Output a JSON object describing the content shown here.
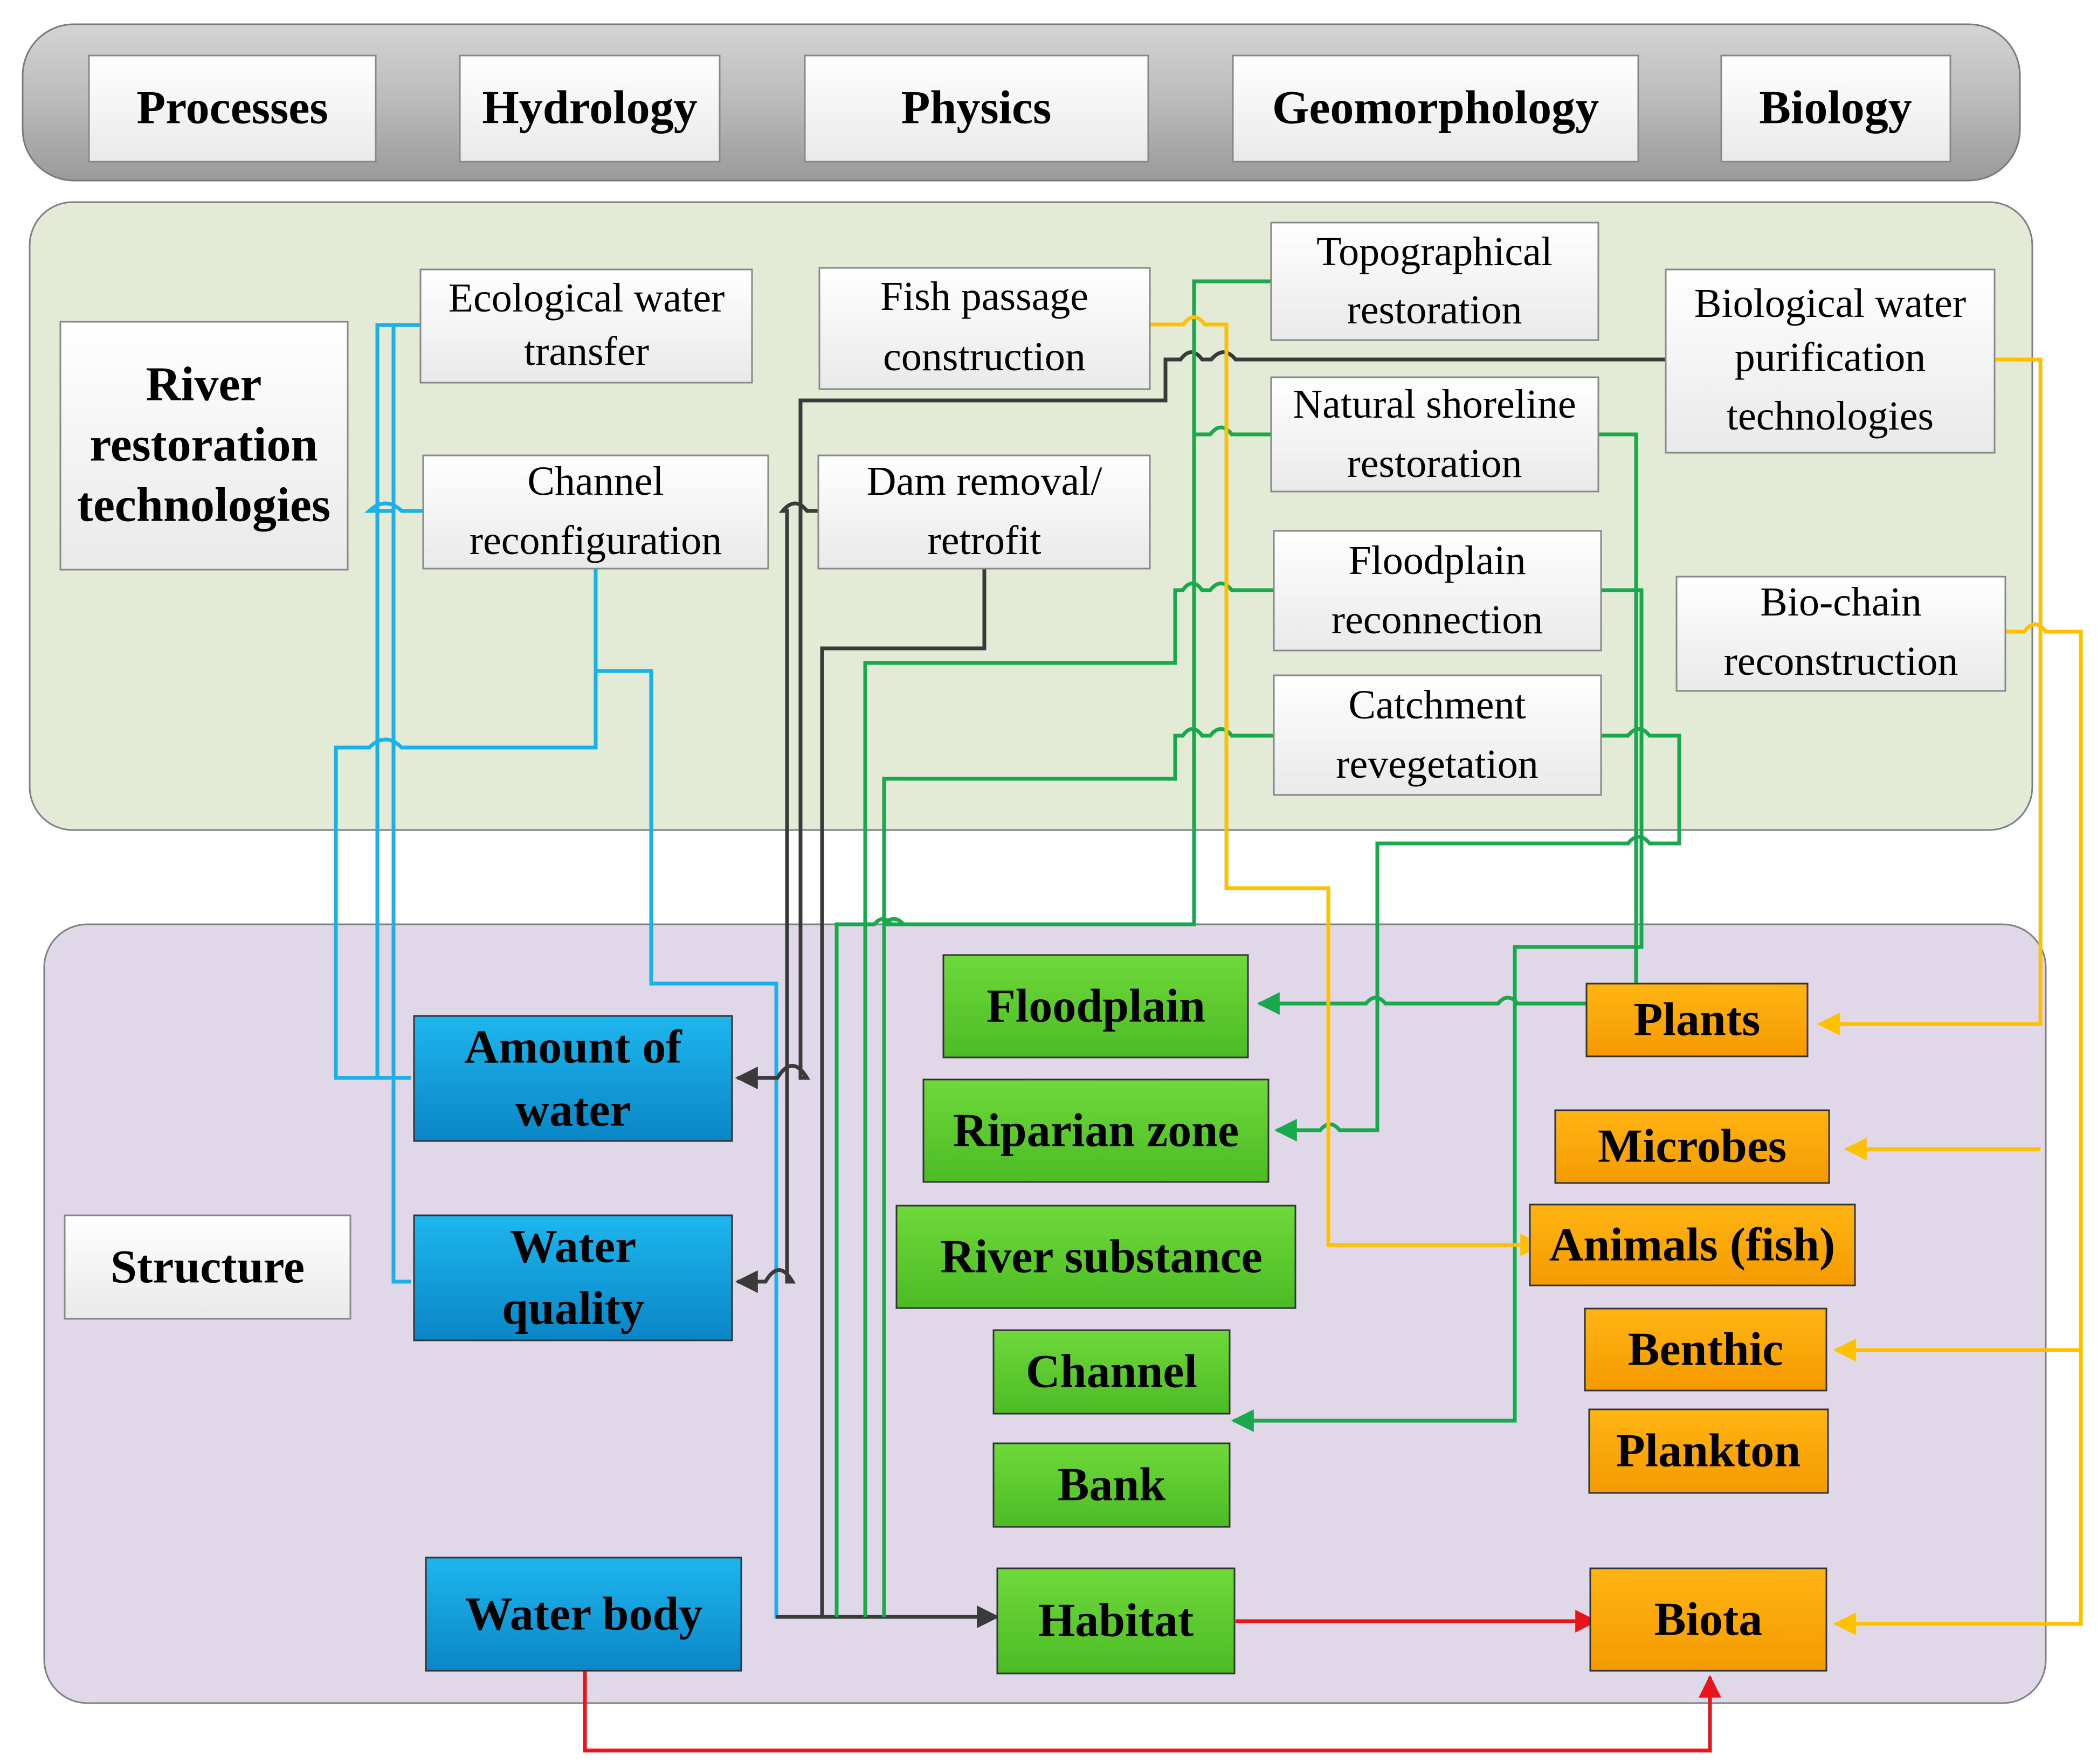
{
  "header": {
    "items": [
      "Processes",
      "Hydrology",
      "Physics",
      "Geomorphology",
      "Biology"
    ]
  },
  "technologies": {
    "title": [
      "River",
      "restoration",
      "technologies"
    ],
    "ecological_water_transfer": [
      "Ecological water",
      "transfer"
    ],
    "channel_reconfiguration": [
      "Channel",
      "reconfiguration"
    ],
    "fish_passage_construction": [
      "Fish passage",
      "construction"
    ],
    "dam_removal_retrofit": [
      "Dam removal/",
      "retrofit"
    ],
    "topographical_restoration": [
      "Topographical",
      "restoration"
    ],
    "natural_shoreline_restoration": [
      "Natural shoreline",
      "restoration"
    ],
    "floodplain_reconnection": [
      "Floodplain",
      "reconnection"
    ],
    "catchment_revegetation": [
      "Catchment",
      "revegetation"
    ],
    "biological_water_purification": [
      "Biological water",
      "purification",
      "technologies"
    ],
    "bio_chain_reconstruction": [
      "Bio-chain",
      "reconstruction"
    ]
  },
  "structure": {
    "title": "Structure",
    "amount_of_water": [
      "Amount of",
      "water"
    ],
    "water_quality": [
      "Water",
      "quality"
    ],
    "water_body": "Water body",
    "floodplain": "Floodplain",
    "riparian_zone": "Riparian zone",
    "river_substance": "River substance",
    "channel": "Channel",
    "bank": "Bank",
    "habitat": "Habitat",
    "plants": "Plants",
    "microbes": "Microbes",
    "animals_fish": "Animals (fish)",
    "benthic": "Benthic",
    "plankton": "Plankton",
    "biota": "Biota"
  },
  "colors": {
    "hydrology": "#00A9E8",
    "geomorphology": "#66CC33",
    "biology": "#FFAA00",
    "line_blue": "#1AB0E8",
    "line_green": "#19A84B",
    "line_orange": "#FFC000",
    "line_dark": "#3A3A3A",
    "line_red": "#E8141B"
  }
}
